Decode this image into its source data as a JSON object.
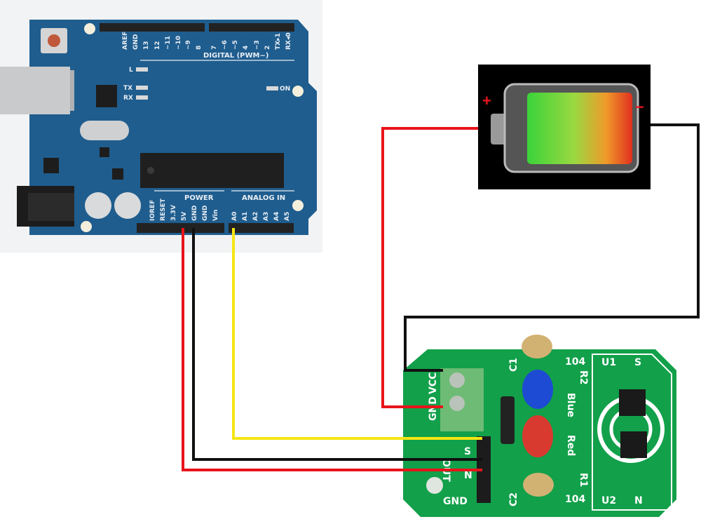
{
  "arduino": {
    "digital_pins": [
      "AREF",
      "GND",
      "13",
      "12",
      "~11",
      "~10",
      "~9",
      "8",
      "7",
      "~6",
      "~5",
      "4",
      "~3",
      "2",
      "TX▸1",
      "RX◂0"
    ],
    "digital_label": "DIGITAL (PWM~)",
    "power_pins": [
      "IOREF",
      "RESET",
      "3.3V",
      "5V",
      "GND",
      "GND",
      "Vin"
    ],
    "power_label": "POWER",
    "analog_pins": [
      "A0",
      "A1",
      "A2",
      "A3",
      "A4",
      "A5"
    ],
    "analog_label": "ANALOG IN",
    "led_l": "L",
    "led_tx": "TX",
    "led_rx": "RX",
    "led_on": "ON"
  },
  "battery": {
    "plus": "+",
    "minus": "−"
  },
  "sensor_board": {
    "vcc": "VCC",
    "gnd_top": "GND",
    "out": "OUT",
    "s_pin": "S",
    "n_pin": "N",
    "gnd_bottom": "GND",
    "c1": "C1",
    "c2": "C2",
    "cap_value_top": "104",
    "cap_value_bottom": "104",
    "r1": "R1",
    "r2": "R2",
    "blue": "Blue",
    "red": "Red",
    "u1": "U1",
    "u1_s": "S",
    "u2": "U2",
    "u2_n": "N"
  },
  "wire_colors": {
    "power": "#e8141b",
    "ground": "#111111",
    "signal": "#f5e614"
  }
}
